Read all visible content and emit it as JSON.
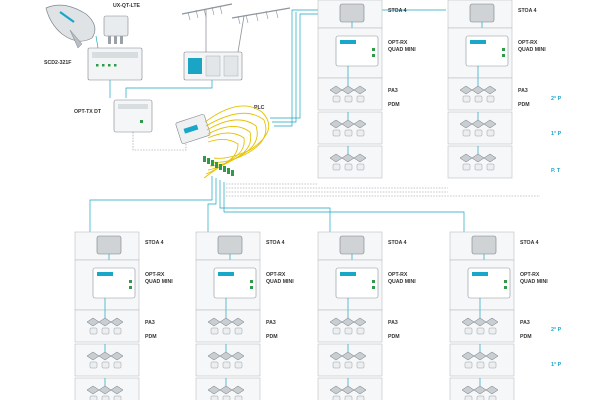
{
  "labels": {
    "lnb": "UX-QT-LTE",
    "dish": "SCD2-321F",
    "tx": "OPT-TX DT",
    "splitter": "PLC",
    "stoa": "STOA 4",
    "rx_line1": "OPT-RX",
    "rx_line2": "QUAD MINI",
    "pa3": "PA3",
    "pdm": "PDM"
  },
  "floors": [
    "2° P",
    "1° P",
    "P. T"
  ],
  "rx_brand": "OPT-RX",
  "colors": {
    "coax": "#1aa5c4",
    "fiber": "#e6c200",
    "floor_label": "#19a7c9",
    "connector": "#2f9b4a"
  },
  "icons": [
    "satellite-dish-icon",
    "lnb-icon",
    "terrestrial-antenna-icon",
    "headend-icon",
    "optical-transmitter-icon",
    "plc-splitter-icon",
    "stoa-antenna-icon",
    "optical-receiver-icon",
    "tap-icon",
    "wall-outlet-icon"
  ]
}
